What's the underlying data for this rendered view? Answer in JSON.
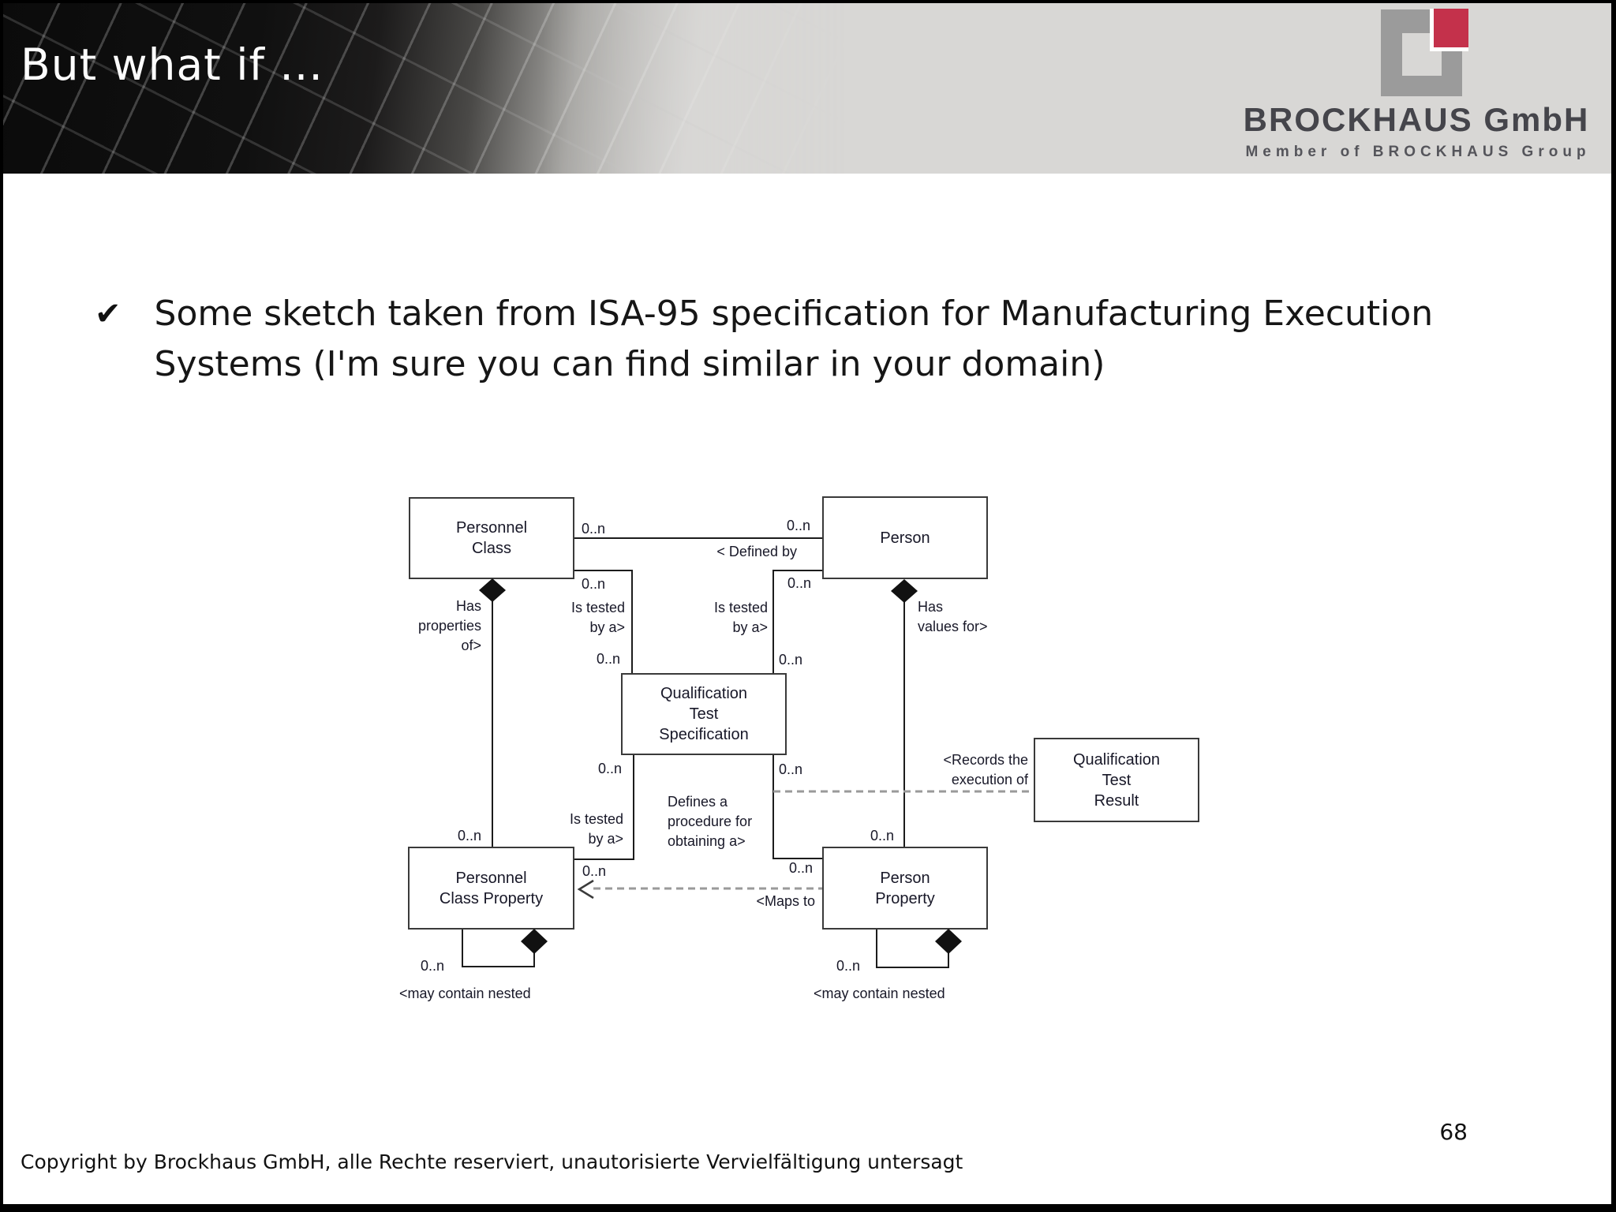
{
  "slide": {
    "title": "But what if ...",
    "page_number": "68",
    "footer": "Copyright by Brockhaus GmbH, alle Rechte reserviert, unautorisierte Vervielfältigung untersagt"
  },
  "logo": {
    "company": "BROCKHAUS GmbH",
    "tagline": "Member of BROCKHAUS Group",
    "colors": {
      "gray": "#9b9b9b",
      "red": "#c4314b",
      "company_text": "#45454b",
      "tagline_text": "#55555b"
    }
  },
  "bullet": {
    "marker": "✔",
    "text": "Some sketch taken from ISA-95 specification for Manufacturing Execution Systems (I'm sure you can find similar in your domain)"
  },
  "diagram": {
    "multiplicity": "0..n",
    "nodes": {
      "personnel_class": "Personnel\nClass",
      "person": "Person",
      "qualification_test_specification": "Qualification\nTest\nSpecification",
      "qualification_test_result": "Qualification\nTest\nResult",
      "personnel_class_property": "Personnel\nClass Property",
      "person_property": "Person\nProperty"
    },
    "relations": {
      "defined_by": "< Defined by",
      "has_properties_of": "Has\nproperties\nof>",
      "is_tested_by_a": "Is tested\nby a>",
      "has_values_for": "Has\nvalues for>",
      "records_the_execution_of": "<Records the\nexecution of",
      "defines_a_procedure": "Defines a\nprocedure for\nobtaining a>",
      "maps_to": "<Maps to",
      "may_contain_nested": "<may contain nested"
    }
  }
}
